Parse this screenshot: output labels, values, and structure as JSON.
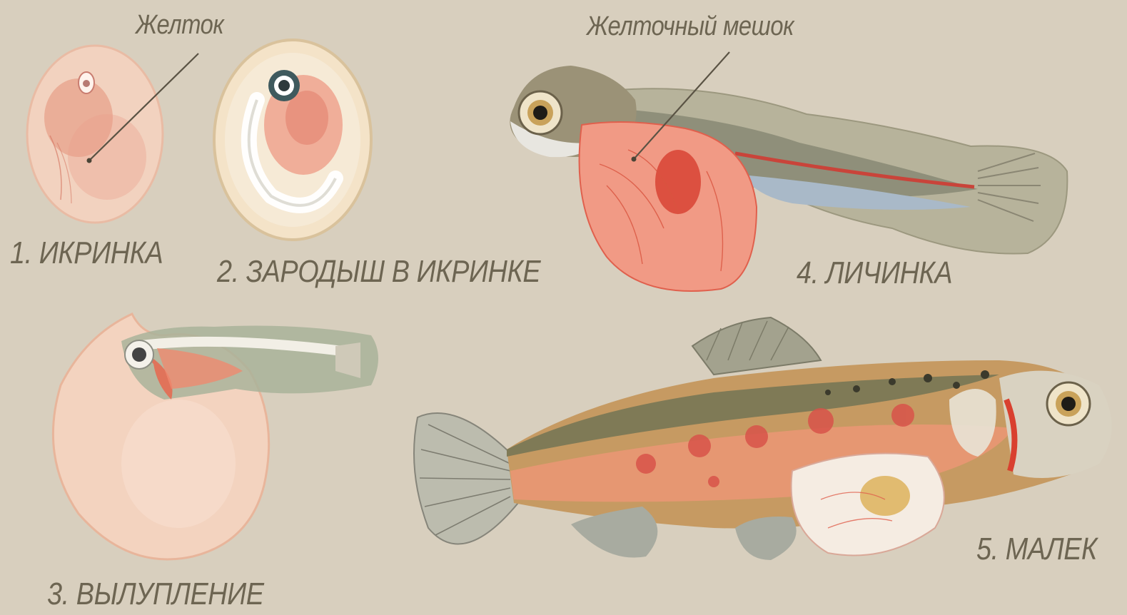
{
  "annotations": {
    "yolk": "Желток",
    "yolk_sac": "Желточный мешок"
  },
  "stages": [
    {
      "label": "1. ИКРИНКА"
    },
    {
      "label": "2. ЗАРОДЫШ В ИКРИНКЕ"
    },
    {
      "label": "3. ВЫЛУПЛЕНИЕ"
    },
    {
      "label": "4. ЛИЧИНКА"
    },
    {
      "label": "5. МАЛЕК"
    }
  ],
  "colors": {
    "background": "#d8cfbe",
    "label_text": "#6d6552",
    "egg_fill": "#f3d4c0",
    "yolk_red": "#e07060",
    "fin_gray": "#a9ad9c"
  }
}
